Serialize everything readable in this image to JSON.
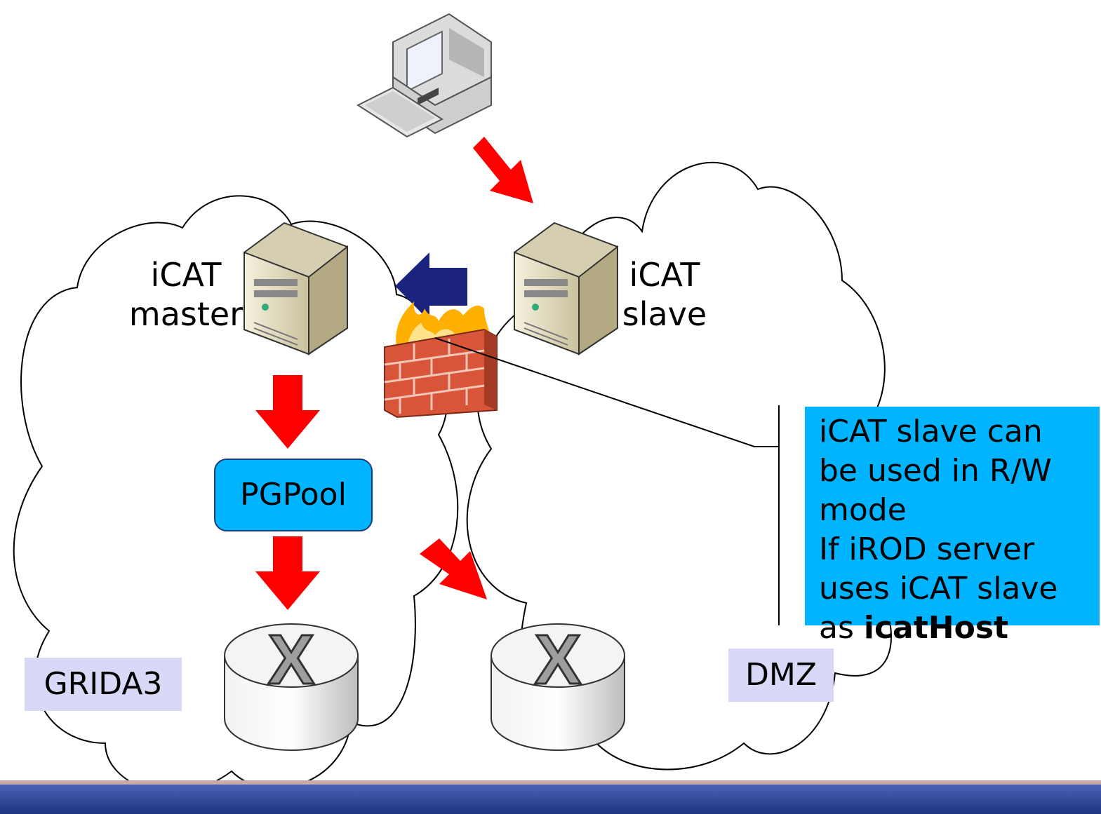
{
  "labels": {
    "master_line1": "iCAT",
    "master_line2": "master",
    "slave_line1": "iCAT",
    "slave_line2": "slave",
    "pgpool": "PGPool",
    "grida3": "GRIDA3",
    "dmz": "DMZ",
    "db_mark": "X"
  },
  "note": {
    "line1": "iCAT slave can",
    "line2": "be used in R/W",
    "line3": "mode",
    "line4": "If iROD server",
    "line5": "uses iCAT slave",
    "line6_prefix": "as ",
    "line6_bold": "icatHost"
  },
  "colors": {
    "red_arrow": "#ff0000",
    "blue_arrow": "#1a237e",
    "callout_fill": "#00b4ff",
    "tag_fill": "#d9d9f7",
    "footer_bar": "#2e4a9e"
  }
}
